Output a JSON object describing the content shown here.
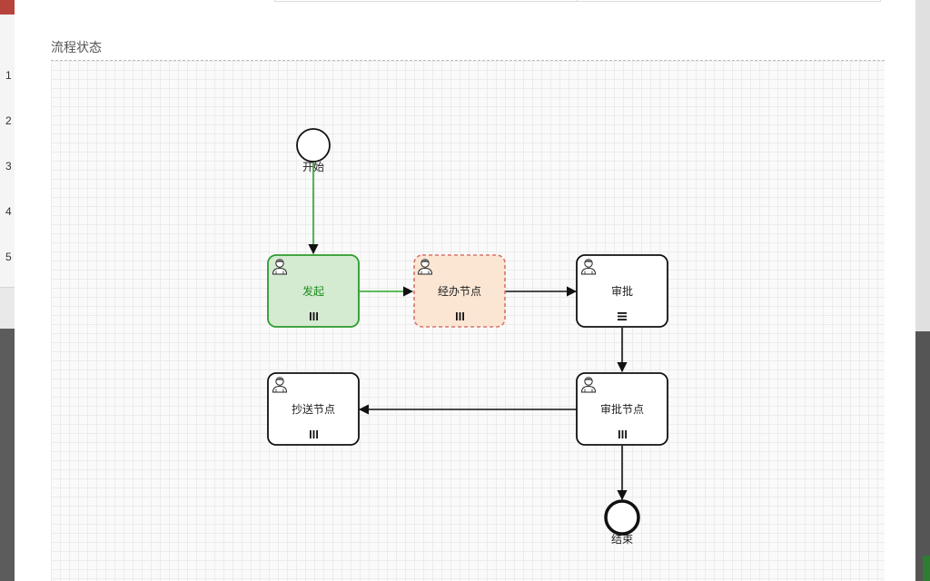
{
  "section": {
    "title": "流程状态"
  },
  "background": {
    "row_numbers": [
      "1",
      "2",
      "3",
      "4",
      "5"
    ]
  },
  "diagram": {
    "colors": {
      "completed_fill": "#d4ead1",
      "completed_stroke": "#2e9a2e",
      "completed_text": "#1a8a1a",
      "current_fill": "#fbe6d3",
      "current_stroke": "#d9736b",
      "default_stroke": "#111111",
      "flow_done": "#28a428"
    },
    "nodes": {
      "start": {
        "label": "开始",
        "type": "start-event"
      },
      "faqi": {
        "label": "发起",
        "type": "user-task",
        "status": "completed",
        "marker": "parallel"
      },
      "jingban": {
        "label": "经办节点",
        "type": "user-task",
        "status": "current",
        "marker": "parallel"
      },
      "shenpi": {
        "label": "审批",
        "type": "user-task",
        "status": "pending",
        "marker": "sequential"
      },
      "shenpi_node": {
        "label": "审批节点",
        "type": "user-task",
        "status": "pending",
        "marker": "parallel"
      },
      "chaosong": {
        "label": "抄送节点",
        "type": "user-task",
        "status": "pending",
        "marker": "parallel"
      },
      "end": {
        "label": "结束",
        "type": "end-event"
      }
    }
  }
}
